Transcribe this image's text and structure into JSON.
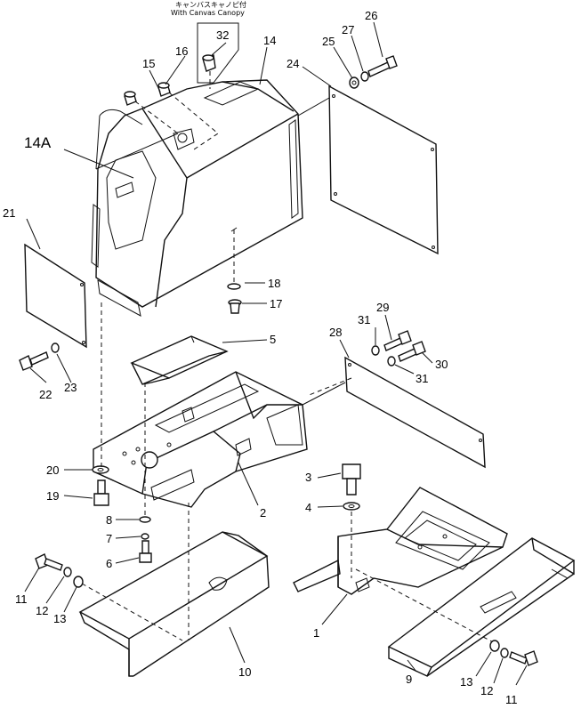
{
  "caption": {
    "jp": "キャンバスキャノピ付",
    "en": "With  Canvas  Canopy"
  },
  "callouts": [
    {
      "id": "c1",
      "label": "1"
    },
    {
      "id": "c2",
      "label": "2"
    },
    {
      "id": "c3",
      "label": "3"
    },
    {
      "id": "c4",
      "label": "4"
    },
    {
      "id": "c5",
      "label": "5"
    },
    {
      "id": "c6",
      "label": "6"
    },
    {
      "id": "c7",
      "label": "7"
    },
    {
      "id": "c8",
      "label": "8"
    },
    {
      "id": "c9",
      "label": "9"
    },
    {
      "id": "c10",
      "label": "10"
    },
    {
      "id": "c11a",
      "label": "11"
    },
    {
      "id": "c11b",
      "label": "11"
    },
    {
      "id": "c12a",
      "label": "12"
    },
    {
      "id": "c12b",
      "label": "12"
    },
    {
      "id": "c13a",
      "label": "13"
    },
    {
      "id": "c13b",
      "label": "13"
    },
    {
      "id": "c14",
      "label": "14"
    },
    {
      "id": "c14A",
      "label": "14A"
    },
    {
      "id": "c15",
      "label": "15"
    },
    {
      "id": "c16",
      "label": "16"
    },
    {
      "id": "c17",
      "label": "17"
    },
    {
      "id": "c18",
      "label": "18"
    },
    {
      "id": "c19",
      "label": "19"
    },
    {
      "id": "c20",
      "label": "20"
    },
    {
      "id": "c21",
      "label": "21"
    },
    {
      "id": "c22",
      "label": "22"
    },
    {
      "id": "c23",
      "label": "23"
    },
    {
      "id": "c24",
      "label": "24"
    },
    {
      "id": "c25",
      "label": "25"
    },
    {
      "id": "c26",
      "label": "26"
    },
    {
      "id": "c27",
      "label": "27"
    },
    {
      "id": "c28",
      "label": "28"
    },
    {
      "id": "c29",
      "label": "29"
    },
    {
      "id": "c30",
      "label": "30"
    },
    {
      "id": "c31a",
      "label": "31"
    },
    {
      "id": "c31b",
      "label": "31"
    },
    {
      "id": "c32",
      "label": "32"
    }
  ]
}
